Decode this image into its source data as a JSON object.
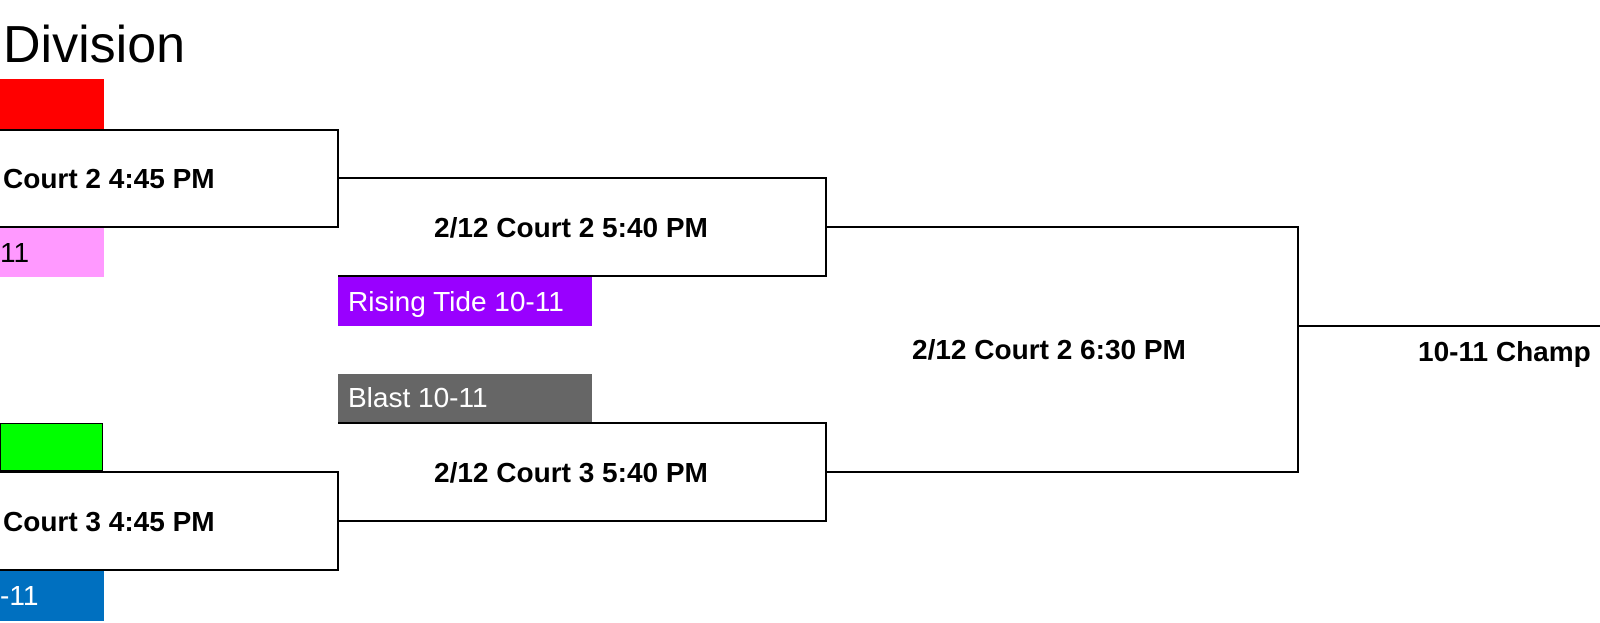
{
  "title": "Division",
  "teams": [
    {
      "label": "",
      "color": "#ff0000"
    },
    {
      "label": "11",
      "color": "#ff99ff"
    },
    {
      "label": "Rising Tide 10-11",
      "color": "#9900ff"
    },
    {
      "label": "Blast 10-11",
      "color": "#666666"
    },
    {
      "label": "",
      "color": "#00ff00"
    },
    {
      "label": "-11",
      "color": "#0070c0"
    }
  ],
  "games": {
    "r1_top": "Court 2 4:45 PM",
    "r1_bottom": "Court 3 4:45 PM",
    "r2_top": "2/12 Court 2 5:40 PM",
    "r2_bottom": "2/12 Court 3 5:40 PM",
    "semi": "2/12 Court 2 6:30 PM",
    "final": "10-11 Champ"
  }
}
